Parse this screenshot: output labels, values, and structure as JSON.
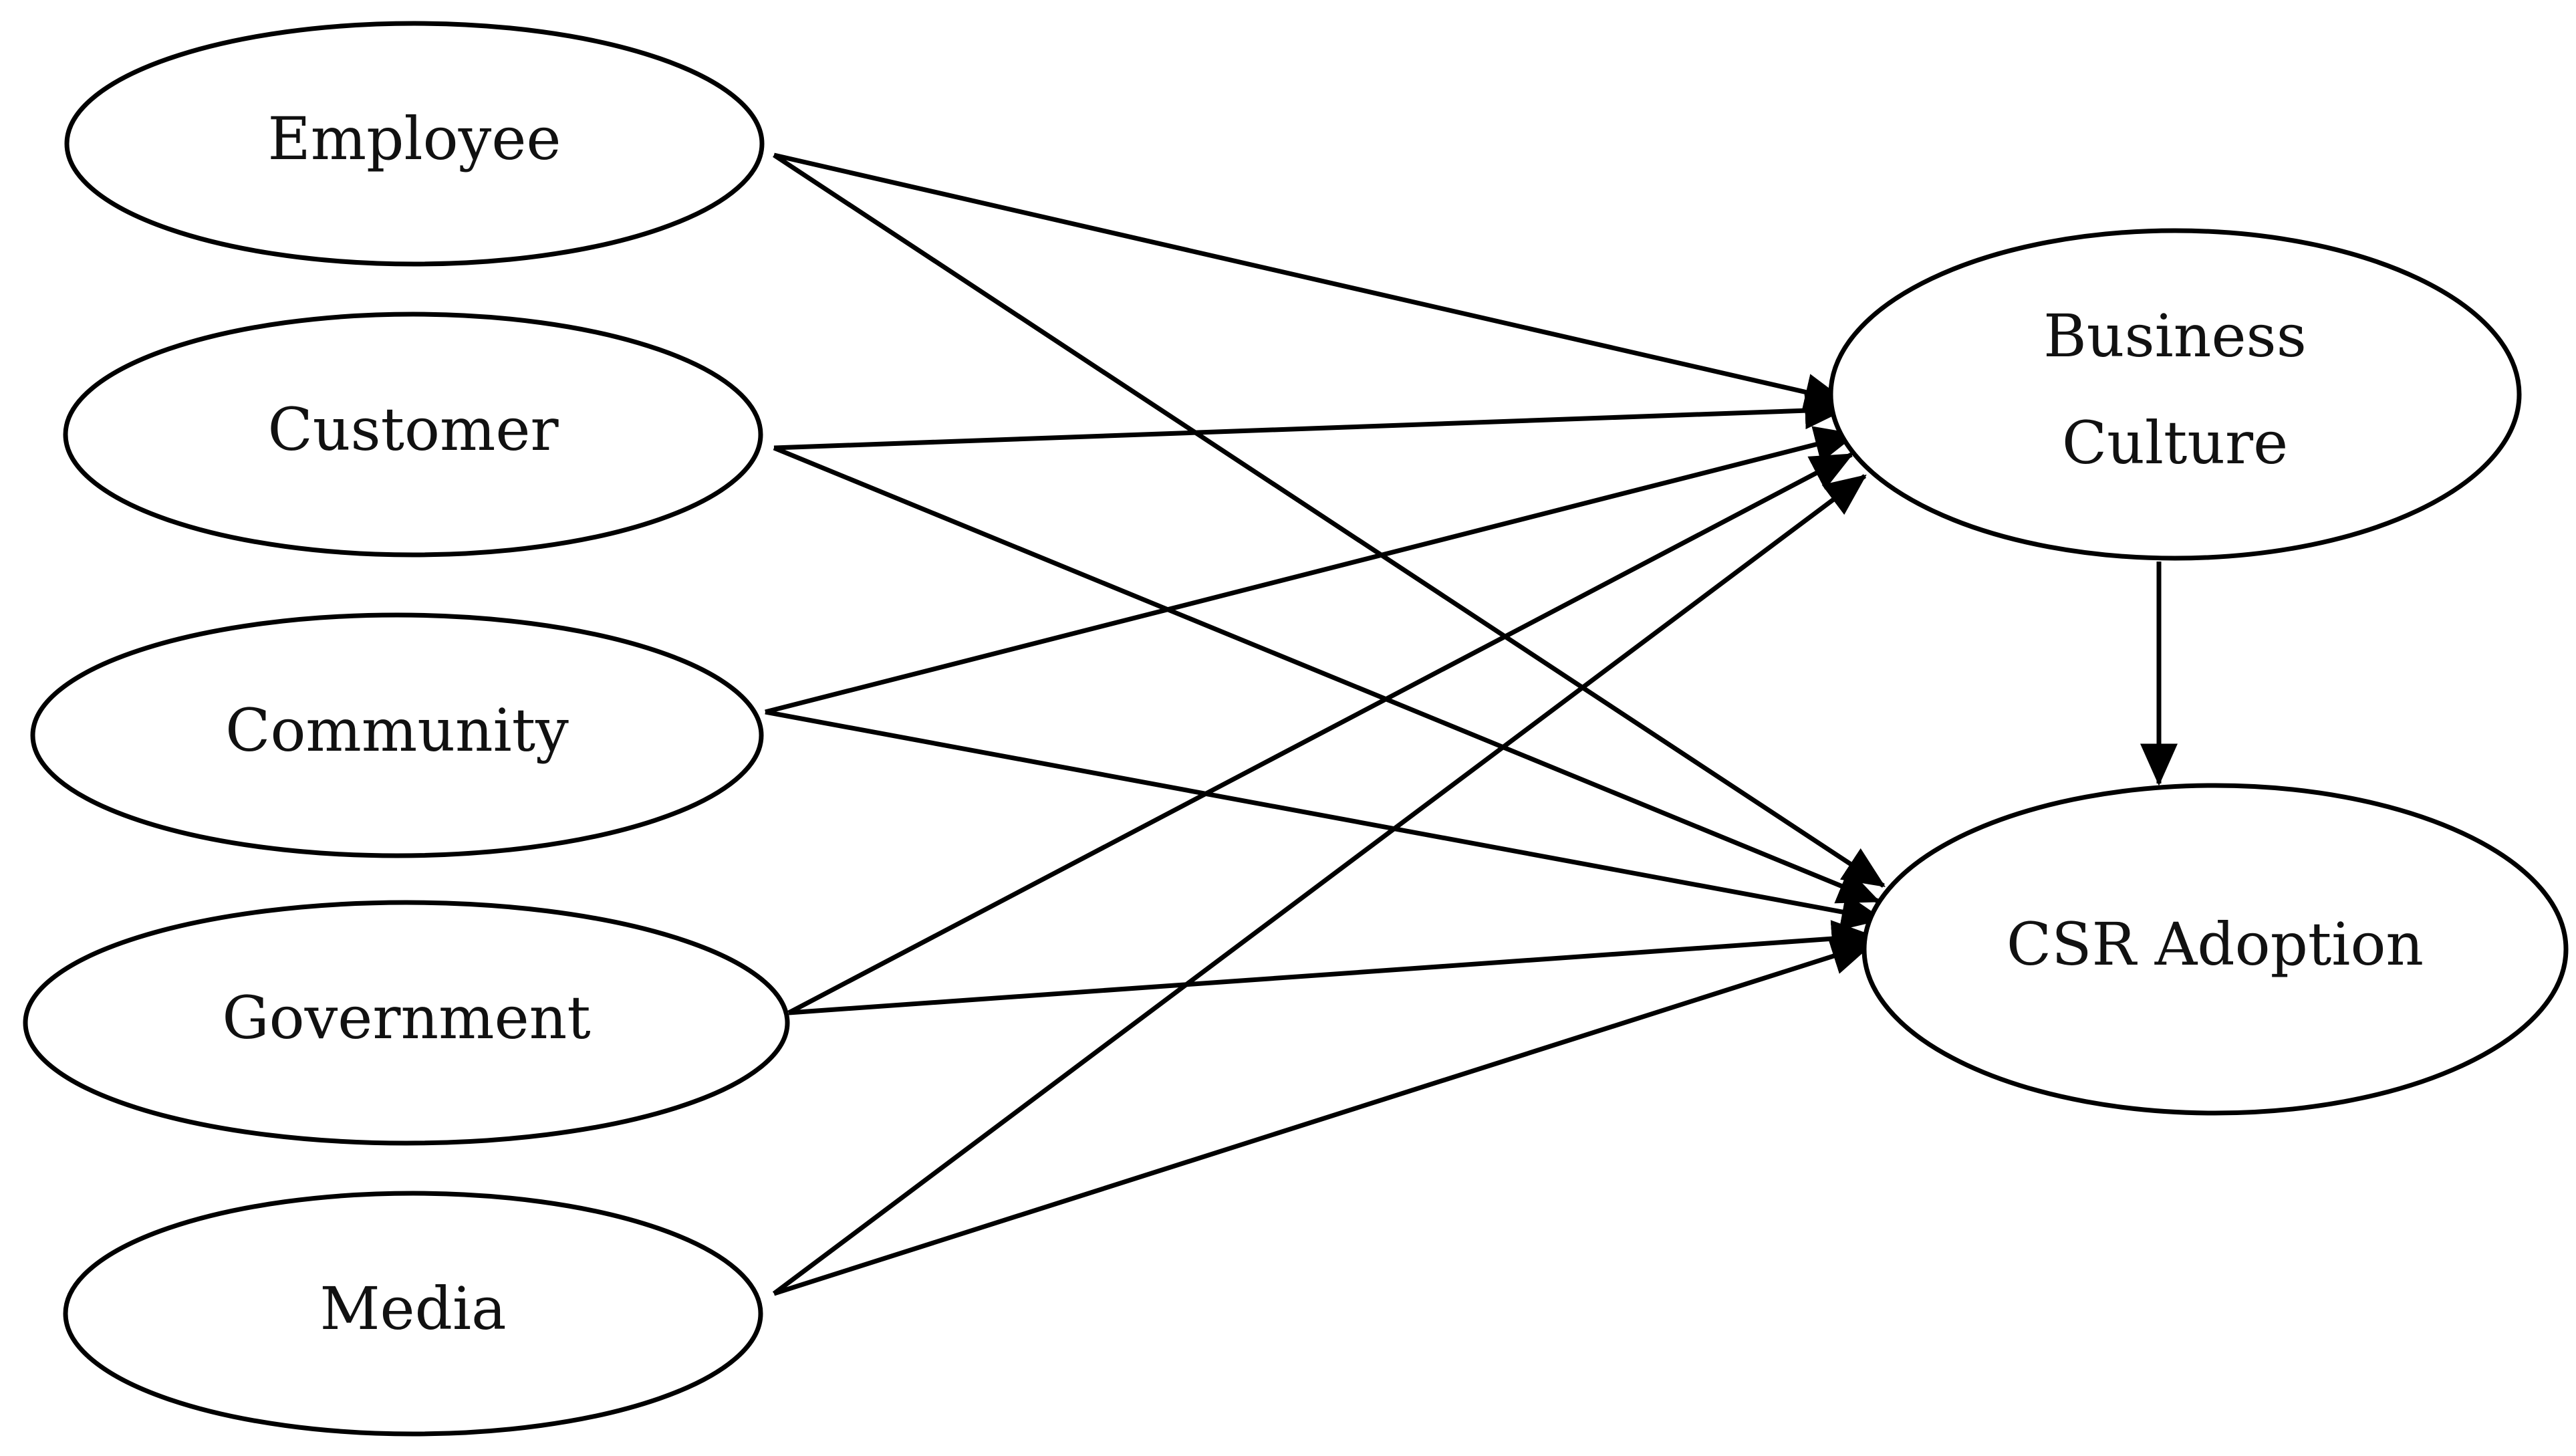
{
  "diagram": {
    "nodes": [
      {
        "id": "employee",
        "lines": [
          "Employee"
        ]
      },
      {
        "id": "customer",
        "lines": [
          "Customer"
        ]
      },
      {
        "id": "community",
        "lines": [
          "Community"
        ]
      },
      {
        "id": "government",
        "lines": [
          "Government"
        ]
      },
      {
        "id": "media",
        "lines": [
          "Media"
        ]
      },
      {
        "id": "business_culture",
        "lines": [
          "Business",
          "Culture"
        ]
      },
      {
        "id": "csr_adoption",
        "lines": [
          "CSR Adoption"
        ]
      }
    ],
    "edges": [
      {
        "from": "employee",
        "to": "business_culture"
      },
      {
        "from": "employee",
        "to": "csr_adoption"
      },
      {
        "from": "customer",
        "to": "business_culture"
      },
      {
        "from": "customer",
        "to": "csr_adoption"
      },
      {
        "from": "community",
        "to": "business_culture"
      },
      {
        "from": "community",
        "to": "csr_adoption"
      },
      {
        "from": "government",
        "to": "business_culture"
      },
      {
        "from": "government",
        "to": "csr_adoption"
      },
      {
        "from": "media",
        "to": "business_culture"
      },
      {
        "from": "media",
        "to": "csr_adoption"
      },
      {
        "from": "business_culture",
        "to": "csr_adoption"
      }
    ],
    "colors": {
      "stroke": "#000000",
      "background": "#ffffff",
      "text": "#111111"
    }
  }
}
